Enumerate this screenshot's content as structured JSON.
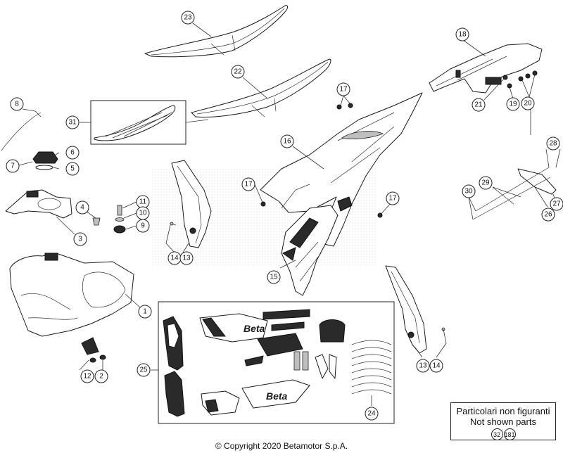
{
  "diagram": {
    "callouts": [
      "23",
      "22",
      "31",
      "8",
      "6",
      "7",
      "5",
      "3",
      "4",
      "11",
      "10",
      "9",
      "14",
      "13",
      "1",
      "12",
      "2",
      "17",
      "16",
      "15",
      "18",
      "21",
      "19",
      "20",
      "28",
      "29",
      "30",
      "26",
      "27",
      "25",
      "24"
    ]
  },
  "note": {
    "line1": "Particolari non figuranti",
    "line2": "Not shown parts",
    "refs": [
      "32",
      "181"
    ]
  },
  "copyright": "© Copyright 2020 Betamotor S.p.A.",
  "graphics_text": {
    "logo": "Beta"
  }
}
